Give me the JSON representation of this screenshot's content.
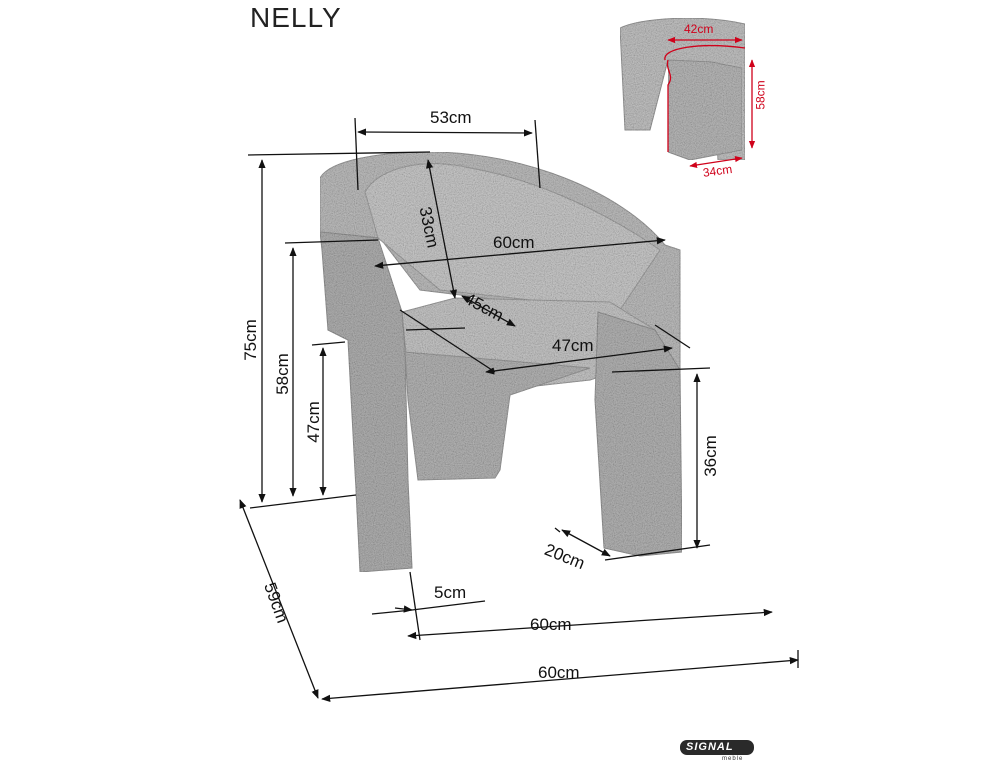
{
  "title": "NELLY",
  "dimensions": {
    "top_width": "53cm",
    "back_height": "33cm",
    "arm_width": "60cm",
    "seat_depth": "45cm",
    "seat_width": "47cm",
    "total_height": "75cm",
    "arm_height": "58cm",
    "seat_height": "47cm",
    "leg_clearance": "36cm",
    "leg_depth": "20cm",
    "leg_thickness": "5cm",
    "base_width": "60cm",
    "total_depth": "59cm",
    "total_width": "60cm"
  },
  "inset": {
    "backrest_width": "42cm",
    "backrest_height": "58cm",
    "base_width": "34cm"
  },
  "logo": {
    "brand": "SIGNAL",
    "sub": "meble"
  },
  "colors": {
    "line": "#111111",
    "accent": "#d0021b",
    "fabric": "#bcbcbc"
  }
}
